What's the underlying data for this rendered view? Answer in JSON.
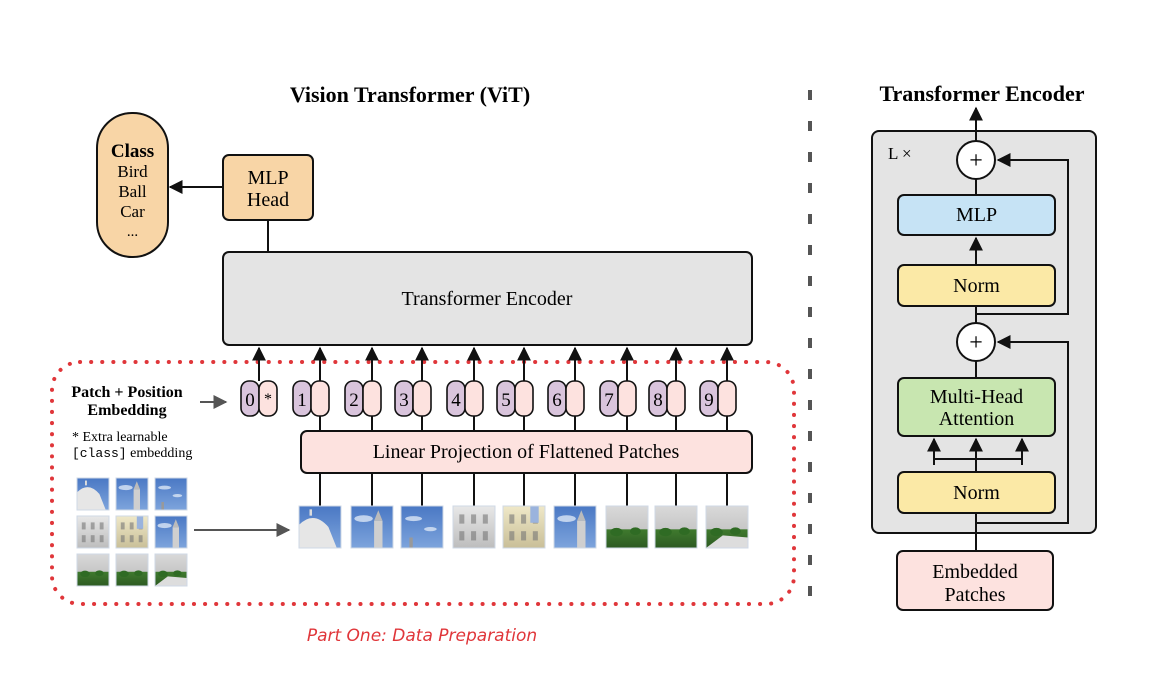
{
  "vit": {
    "title": "Vision Transformer (ViT)",
    "class_box": {
      "heading": "Class",
      "items": [
        "Bird",
        "Ball",
        "Car",
        "..."
      ]
    },
    "mlp_head": {
      "line1": "MLP",
      "line2": "Head"
    },
    "encoder_label": "Transformer Encoder",
    "embedding_label": {
      "line1": "Patch + Position",
      "line2": "Embedding"
    },
    "extra_note": {
      "line1": "* Extra learnable",
      "line2_code": "[class]",
      "line2_rest": " embedding"
    },
    "tokens": [
      "0",
      "1",
      "2",
      "3",
      "4",
      "5",
      "6",
      "7",
      "8",
      "9"
    ],
    "class_token_marker": "*",
    "projection_label": "Linear Projection of Flattened Patches",
    "patch_count": 9,
    "grid": {
      "rows": 3,
      "cols": 3
    }
  },
  "data_prep_caption": "Part One: Data Preparation",
  "encoder_detail": {
    "title": "Transformer Encoder",
    "repeat_label": "L ×",
    "add_symbol": "+",
    "mlp": "MLP",
    "norm_top": "Norm",
    "attention": {
      "line1": "Multi-Head",
      "line2": "Attention"
    },
    "norm_bottom": "Norm",
    "input": {
      "line1": "Embedded",
      "line2": "Patches"
    }
  },
  "colors": {
    "orange": "#f8d5a6",
    "encoder_gray": "#e4e4e4",
    "pink": "#fde2df",
    "purple": "#d9c4dc",
    "mlp_blue": "#c6e3f5",
    "norm_yellow": "#fbe9a6",
    "attention_green": "#c8e6b0",
    "dotted_red": "#e0363a",
    "divider_gray": "#555555"
  }
}
